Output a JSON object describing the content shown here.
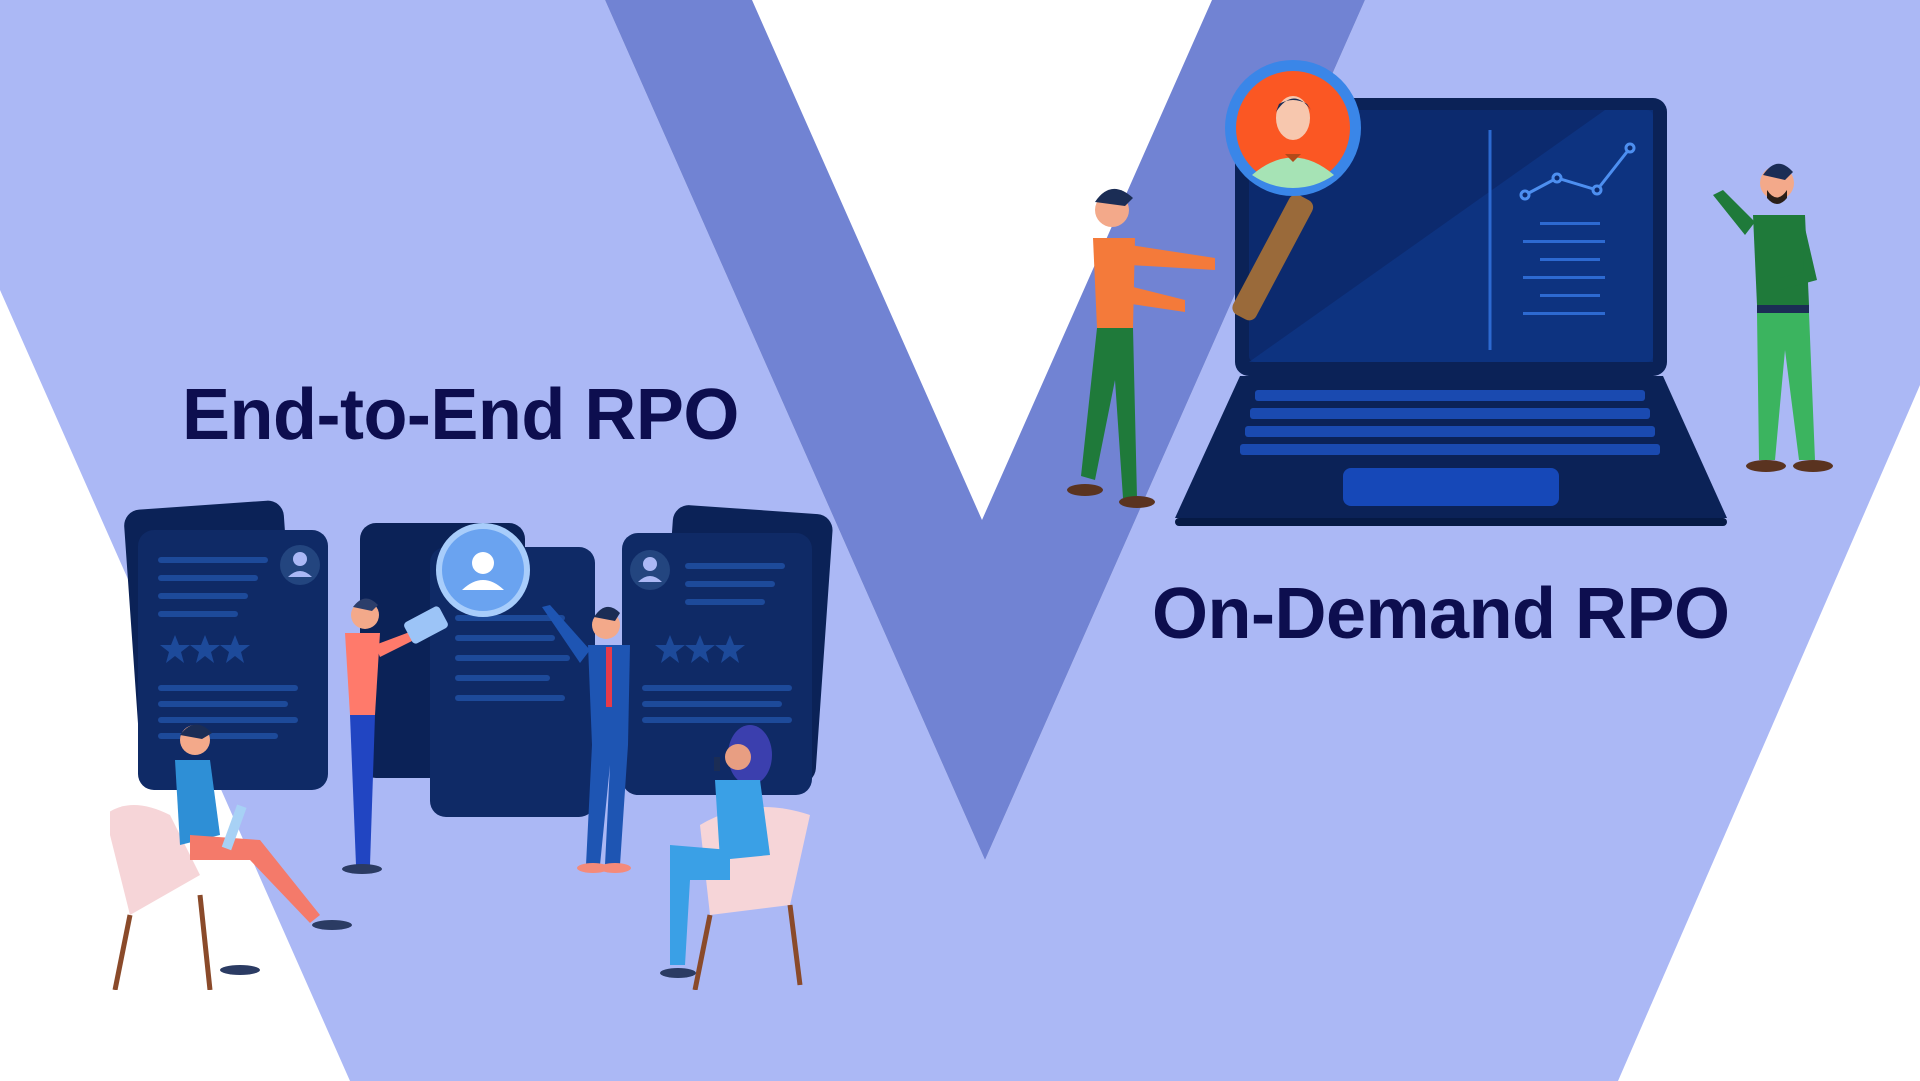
{
  "colors": {
    "background": "#ffffff",
    "light_band": "#abb8f5",
    "dark_band": "#7183d3",
    "text": "#0d0e4f",
    "navy": "#0b2257",
    "orange": "#fb5723"
  },
  "panels": {
    "left": {
      "title": "End-to-End RPO",
      "illustration_icon": "resume-search-illustration"
    },
    "right": {
      "title": "On-Demand RPO",
      "illustration_icon": "laptop-candidate-search-illustration"
    }
  },
  "icons": [
    "profile-card-icon",
    "magnifier-icon",
    "person-icon",
    "star-icon",
    "chart-icon",
    "laptop-icon"
  ]
}
